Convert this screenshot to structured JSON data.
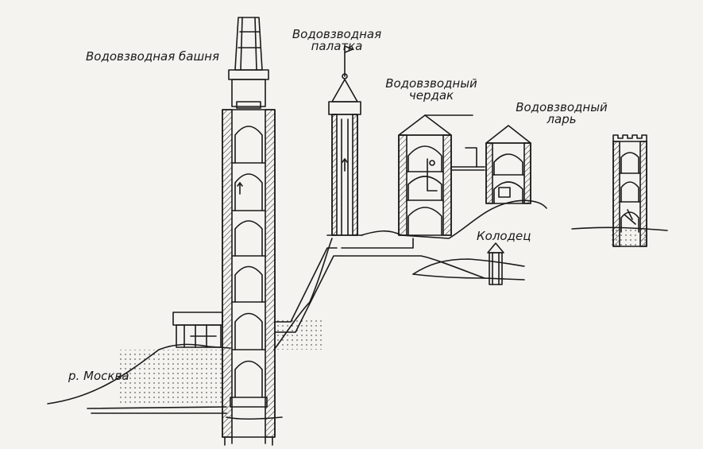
{
  "labels": {
    "tower": "Водовзводная башня",
    "tent_line1": "Водовзводная",
    "tent_line2": "палатка",
    "attic_line1": "Водовзводный",
    "attic_line2": "чердак",
    "chest_line1": "Водовзводный",
    "chest_line2": "ларь",
    "well": "Колодец",
    "river": "р. Москва"
  },
  "colors": {
    "ink": "#1a1a1a",
    "paper": "#f4f3ef"
  }
}
